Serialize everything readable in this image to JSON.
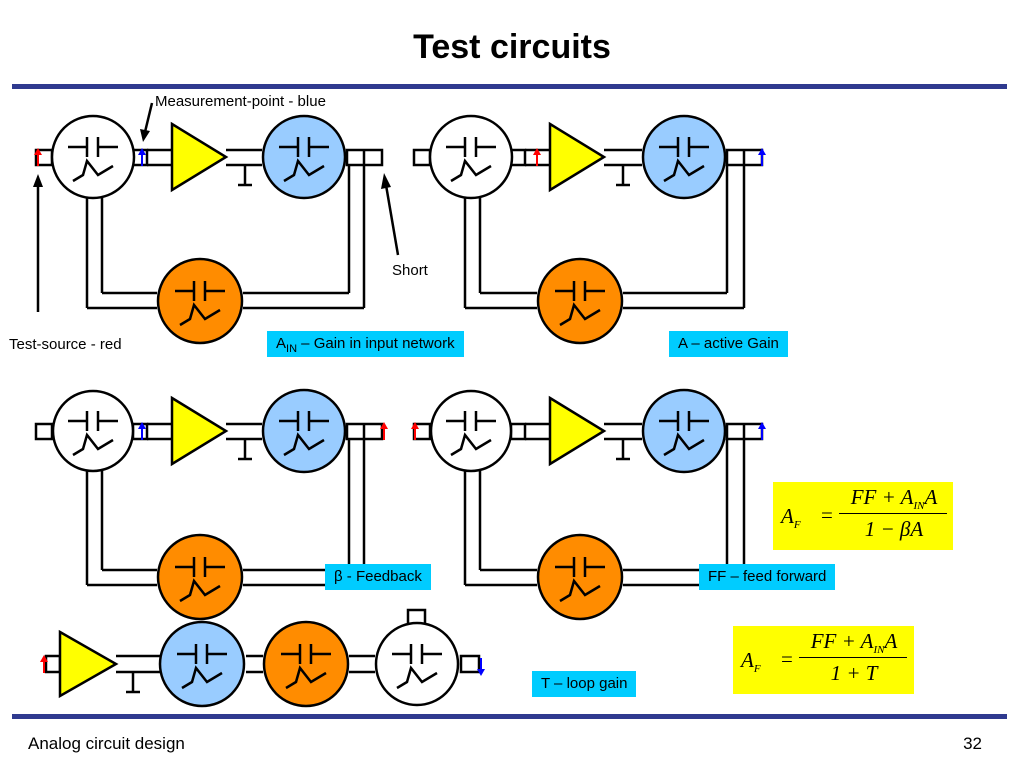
{
  "slide": {
    "title": "Test circuits",
    "footer_left": "Analog circuit design",
    "page_number": "32"
  },
  "annotations": {
    "measurement_point": "Measurement-point - blue",
    "short": "Short",
    "test_source": "Test-source - red"
  },
  "labels": {
    "a_in_main": "A",
    "a_in_sub": "IN",
    "a_in_rest": " – Gain in input network",
    "active_gain": "A – active Gain",
    "feedback": "β - Feedback",
    "feed_forward": "FF – feed forward",
    "loop_gain": "T – loop gain"
  },
  "formula1": {
    "lhs": "A",
    "lhs_sub": "F",
    "eq": "=",
    "num_a": "FF + A",
    "num_sub": "IN",
    "num_b": "A",
    "den": "1 − βA"
  },
  "formula2": {
    "lhs": "A",
    "lhs_sub": "F",
    "eq": "=",
    "num_a": "FF + A",
    "num_sub": "IN",
    "num_b": "A",
    "den": "1 + T"
  },
  "colors": {
    "test_source": "#ff0000",
    "measurement_point": "#0000ff",
    "amplifier": "#ffff00",
    "active_block": "#99ccff",
    "feedback_block": "#ff8c00",
    "input_block": "#ffffff",
    "label_box": "#00ccff",
    "rule": "#2f3a8f"
  }
}
